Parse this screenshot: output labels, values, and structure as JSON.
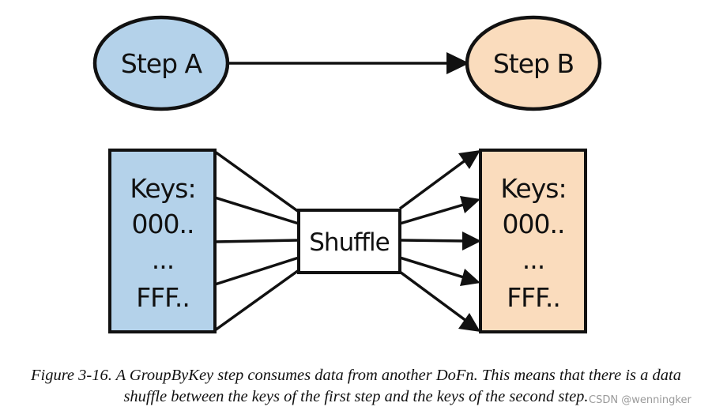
{
  "nodes": {
    "step_a": {
      "label": "Step A",
      "fill": "#b4d2ea"
    },
    "step_b": {
      "label": "Step B",
      "fill": "#fadcbd"
    }
  },
  "keys_left": {
    "lines": [
      "Keys:",
      "000..",
      "...",
      "FFF.."
    ],
    "fill": "#b4d2ea"
  },
  "keys_right": {
    "lines": [
      "Keys:",
      "000..",
      "...",
      "FFF.."
    ],
    "fill": "#fadcbd"
  },
  "shuffle": {
    "label": "Shuffle"
  },
  "caption": {
    "line1": "Figure 3-16. A GroupByKey step consumes data from another DoFn. This means that there is a data",
    "line2": "shuffle between the keys of the first step and the keys of the second step."
  },
  "watermark": "CSDN @wenningker"
}
